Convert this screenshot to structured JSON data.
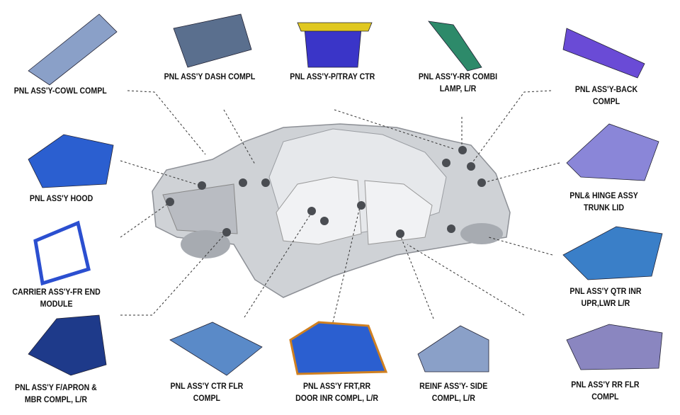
{
  "labels": {
    "cowl": "PNL  ASS'Y-COWL COMPL",
    "dash": "PNL  ASS'Y DASH  COMPL",
    "tray": "PNL  ASS'Y-P/TRAY CTR",
    "combi_1": "PNL  ASS'Y-RR COMBI",
    "combi_2": "LAMP, L/R",
    "back_1": "PNL  ASS'Y-BACK",
    "back_2": "COMPL",
    "hood": "PNL  ASS'Y HOOD",
    "trunk_1": "PNL& HINGE  ASSY",
    "trunk_2": "TRUNK  LID",
    "carrier_1": "CARRIER  ASS'Y-FR  END",
    "carrier_2": "MODULE",
    "qtr_1": "PNL  ASS'Y  QTR  INR",
    "qtr_2": "UPR,LWR  L/R",
    "apron_1": "PNL  ASS'Y  F/APRON  &",
    "apron_2": "MBR  COMPL,  L/R",
    "ctr_1": "PNL  ASS'Y  CTR  FLR",
    "ctr_2": "COMPL",
    "door_1": "PNL  ASS'Y  FRT,RR",
    "door_2": "DOOR  INR  COMPL,  L/R",
    "side_1": "REINF  ASS'Y- SIDE",
    "side_2": "COMPL,  L/R",
    "rrflr_1": "PNL  ASS'Y  RR  FLR",
    "rrflr_2": "COMPL"
  },
  "colors": {
    "part_blue": "#2b4fd0",
    "part_purple": "#6a4bd6",
    "body_grey": "#c9ccd1",
    "dot": "#4a4d52"
  }
}
